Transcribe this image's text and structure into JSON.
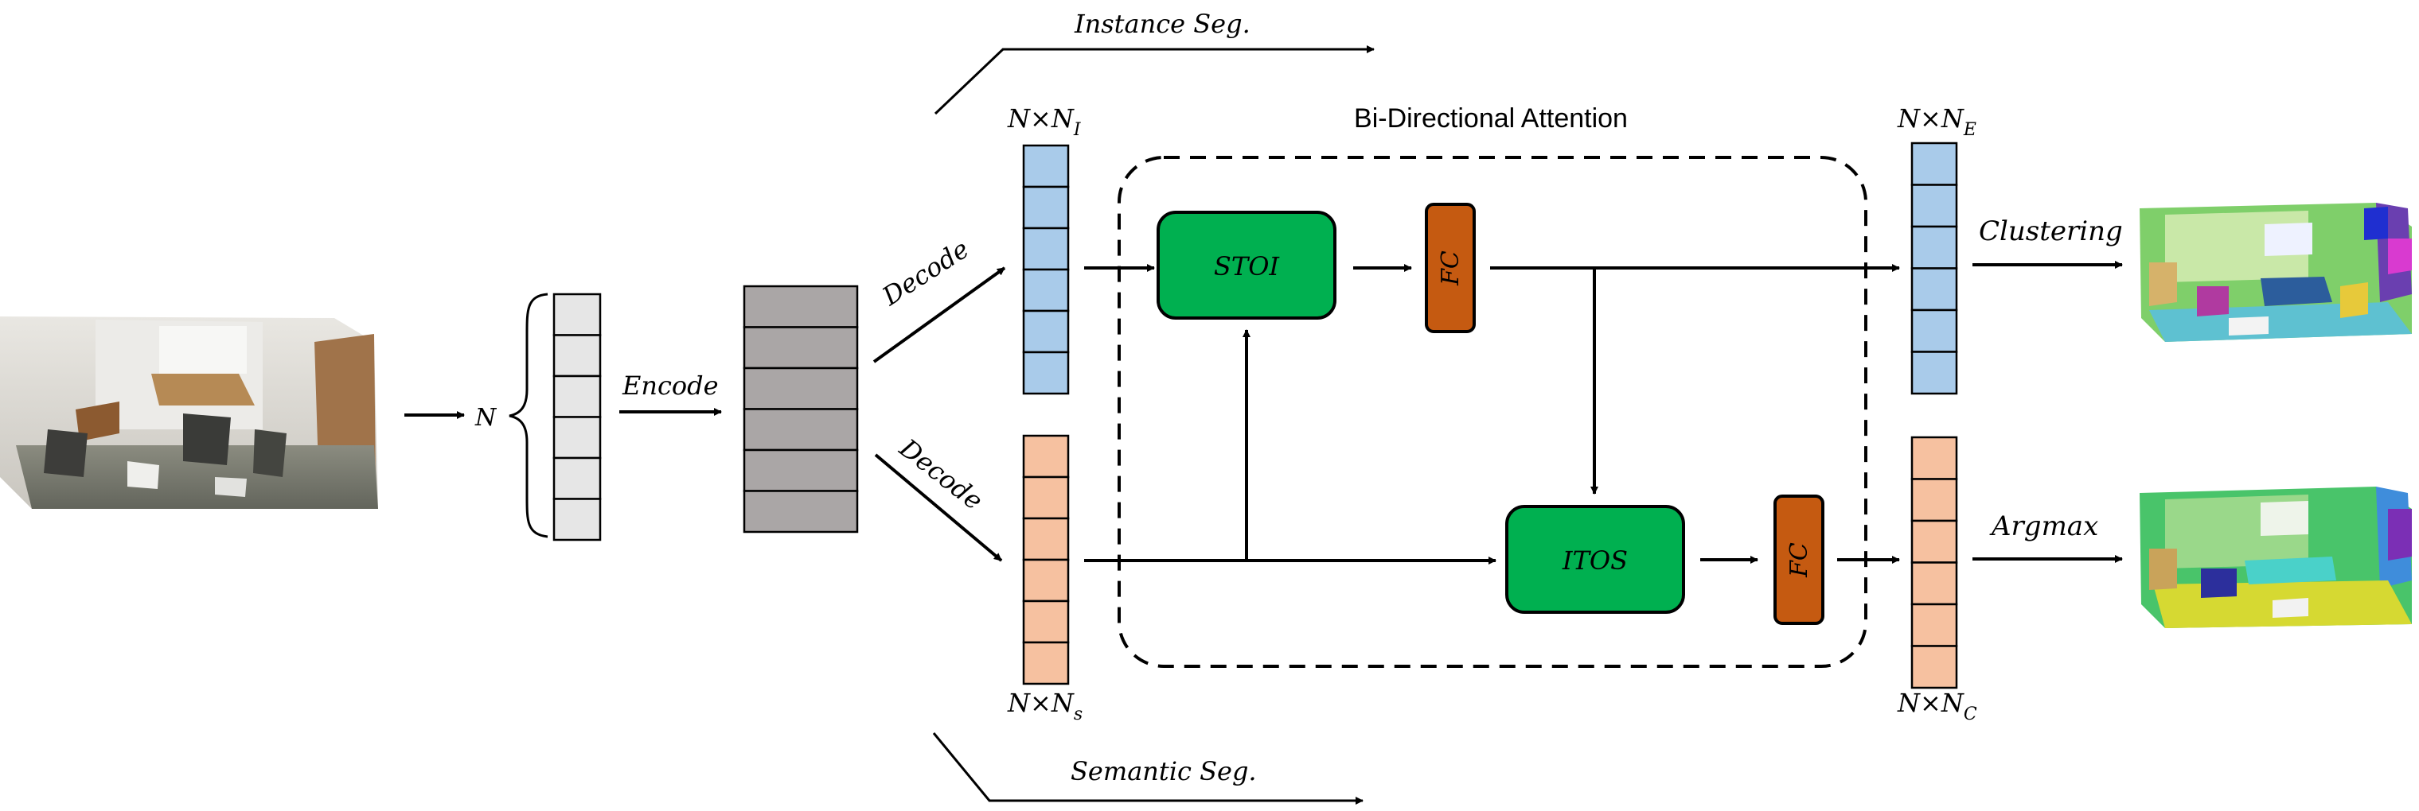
{
  "title": "Bi-Directional Attention",
  "branches": {
    "instance": "Instance Seg.",
    "semantic": "Semantic Seg."
  },
  "labels": {
    "n": "N",
    "encode": "Encode",
    "decode_top": "Decode",
    "decode_bottom": "Decode",
    "clustering": "Clustering",
    "argmax": "Argmax"
  },
  "modules": {
    "stoi": "STOI",
    "itos": "ITOS",
    "fc_top": "FC",
    "fc_bottom": "FC"
  },
  "dims": {
    "instance_in": {
      "main": "N×N",
      "sub": "I"
    },
    "semantic_in": {
      "main": "N×N",
      "sub": "s"
    },
    "instance_out": {
      "main": "N×N",
      "sub": "E"
    },
    "semantic_out": {
      "main": "N×N",
      "sub": "C"
    }
  },
  "colors": {
    "input_cells": "#e6e6e6",
    "encoded_cells": "#aaa6a6",
    "instance_cells": "#a9cbea",
    "semantic_cells": "#f6c1a0",
    "module_green": "#00b050",
    "fc_orange": "#c55a11",
    "stroke": "#000000"
  },
  "images": {
    "input_cloud": "raw-room-point-cloud",
    "instance_cloud": "instance-colored-point-cloud",
    "semantic_cloud": "semantic-colored-point-cloud"
  }
}
